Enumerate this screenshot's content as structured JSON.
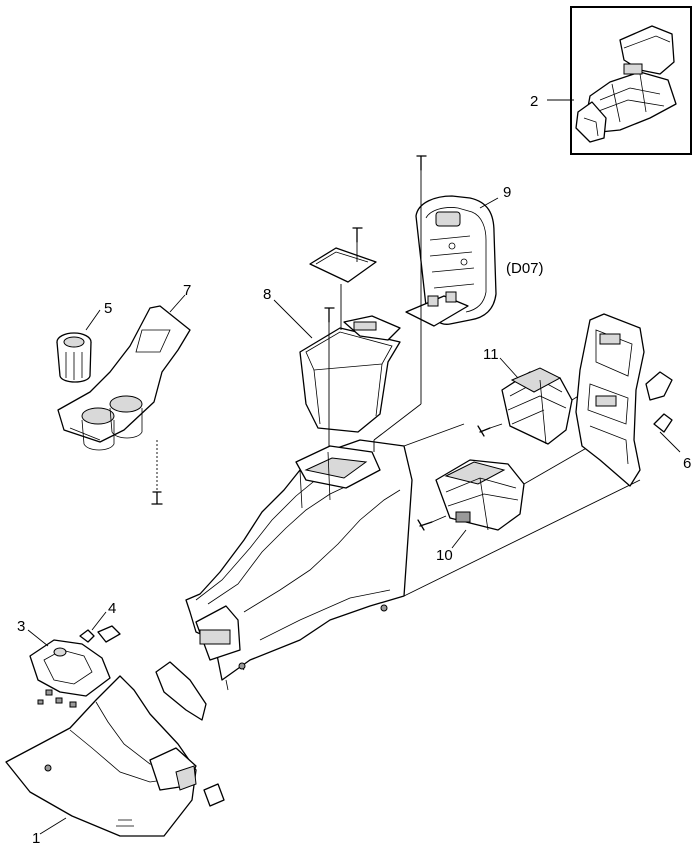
{
  "callouts": {
    "c1": "1",
    "c2": "2",
    "c3": "3",
    "c4": "4",
    "c5": "5",
    "c6": "6",
    "c7": "7",
    "c8": "8",
    "c9": "9",
    "c10": "10",
    "c11": "11"
  },
  "variant_note": "(D07)"
}
